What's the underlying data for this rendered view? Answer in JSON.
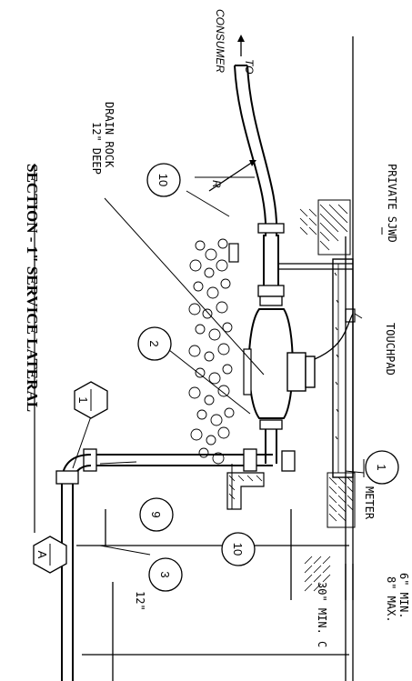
{
  "title": "SECTION - 1\" SERVICE LATERAL",
  "labels": {
    "to_consumer_1": "TO",
    "to_consumer_2": "CONSUMER",
    "drain_rock_1": "DRAIN ROCK",
    "drain_rock_2": "12\" DEEP",
    "private_sjwd": "PRIVATE  SJWD",
    "touchpad": "TOUCHPAD",
    "meter": "METER",
    "radius": "R",
    "dim_6_8_1": "6\" MIN.",
    "dim_6_8_2": "8\" MAX.",
    "dim_30": "30\" MIN. C",
    "dim_12": "12\""
  },
  "callouts": {
    "c1": "1",
    "c2": "2",
    "c3": "3",
    "c9": "9",
    "c10a": "10",
    "c10b": "10"
  },
  "hex_tags": {
    "hex1": "1",
    "hexA": "A"
  },
  "colors": {
    "ink": "#000000",
    "background": "#ffffff"
  }
}
